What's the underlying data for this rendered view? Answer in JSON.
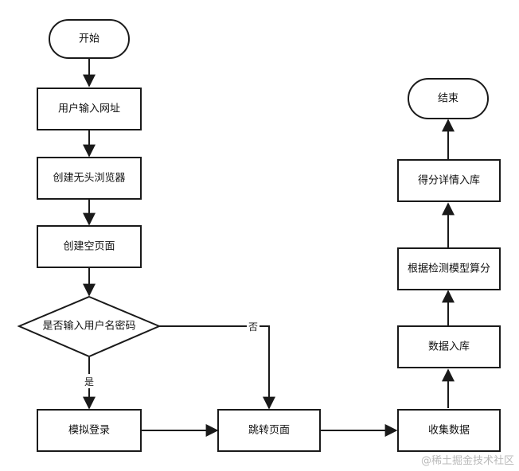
{
  "nodes": {
    "start": "开始",
    "input_url": "用户输入网址",
    "create_browser": "创建无头浏览器",
    "create_page": "创建空页面",
    "decision": "是否输入用户名密码",
    "simulate_login": "模拟登录",
    "jump_page": "跳转页面",
    "collect_data": "收集数据",
    "store_data": "数据入库",
    "compute_score": "根据检测模型算分",
    "store_score": "得分详情入库",
    "end": "结束"
  },
  "edges": {
    "yes_label": "是",
    "no_label": "否"
  },
  "watermark": "@稀土掘金技术社区",
  "colors": {
    "stroke": "#1a1a1a",
    "background": "#ffffff",
    "watermark": "#b9b9b9"
  }
}
